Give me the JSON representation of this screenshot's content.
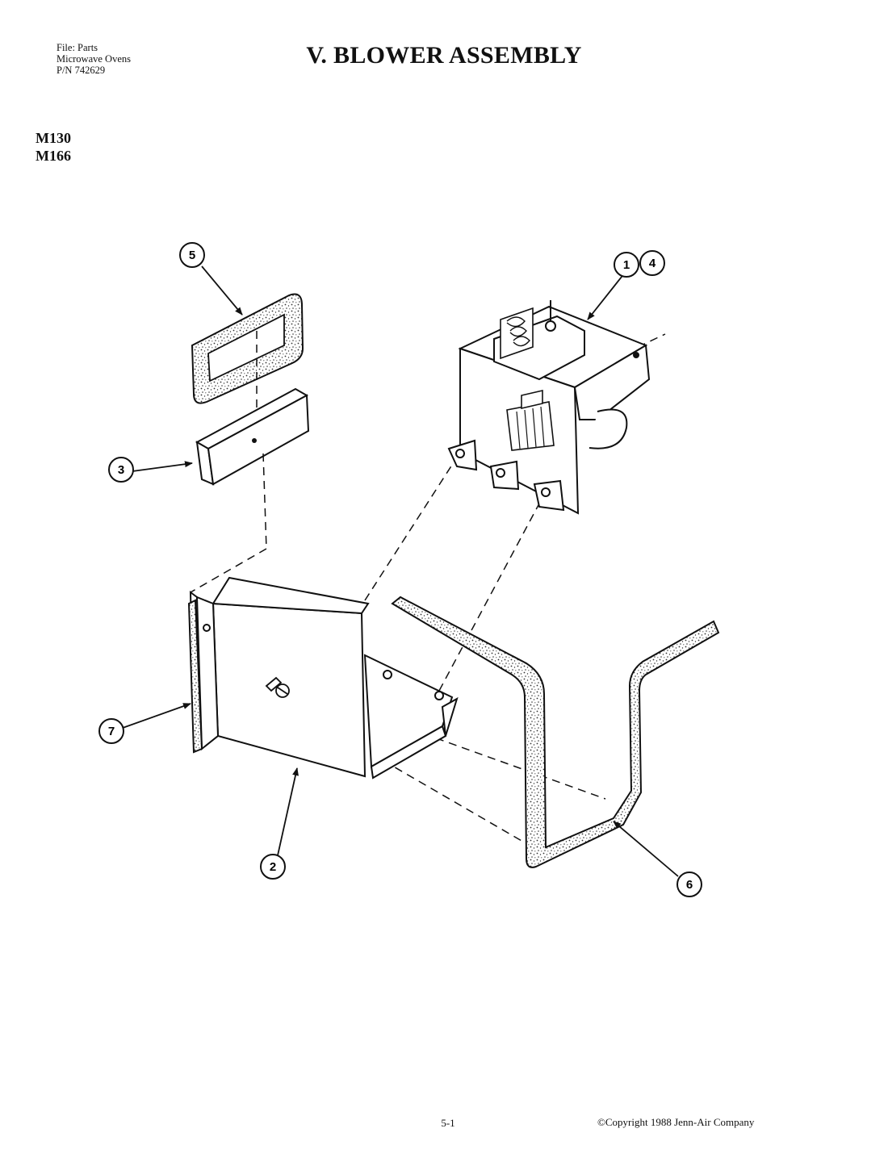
{
  "header": {
    "file_lines": [
      "File: Parts",
      "Microwave Ovens",
      "P/N 742629"
    ],
    "title": "V. BLOWER ASSEMBLY"
  },
  "models": [
    "M130",
    "M166"
  ],
  "callouts": [
    {
      "id": "callout-5",
      "label": "5"
    },
    {
      "id": "callout-1",
      "label": "1"
    },
    {
      "id": "callout-4",
      "label": "4"
    },
    {
      "id": "callout-3",
      "label": "3"
    },
    {
      "id": "callout-7",
      "label": "7"
    },
    {
      "id": "callout-2",
      "label": "2"
    },
    {
      "id": "callout-6",
      "label": "6"
    }
  ],
  "footer": {
    "page_number": "5-1",
    "copyright": "©Copyright 1988 Jenn-Air Company"
  }
}
